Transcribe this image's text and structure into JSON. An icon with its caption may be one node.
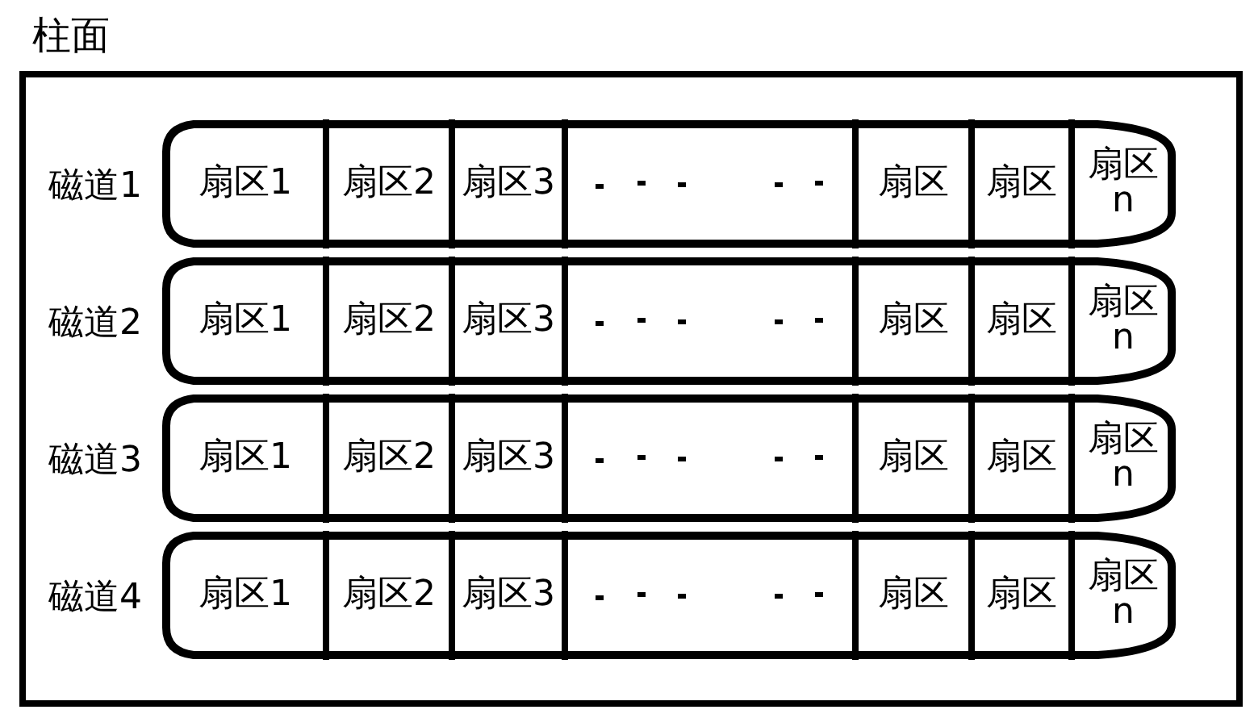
{
  "diagram": {
    "nodes": [
      {
        "text": [
          "柱面"
        ]
      },
      {
        "text": [
          "磁道1"
        ],
        "in": 0
      },
      {
        "text": [
          "扇区1"
        ],
        "in": 1
      },
      {
        "text": [
          "扇区2"
        ],
        "in": 1
      },
      {
        "text": [
          "扇区3"
        ],
        "in": 1
      },
      {
        "text": [],
        "shape": "box",
        "in": 1
      },
      {
        "text": [
          "扇区"
        ],
        "in": 1
      },
      {
        "text": [
          "扇区"
        ],
        "in": 1
      },
      {
        "text": [
          "扇区n"
        ],
        "in": 1
      },
      {
        "text": [
          "磁道2"
        ],
        "in": 0
      },
      {
        "text": [
          "扇区1"
        ],
        "in": 9
      },
      {
        "text": [
          "扇区2"
        ],
        "in": 9
      },
      {
        "text": [
          "扇区3"
        ],
        "in": 9
      },
      {
        "text": [],
        "shape": "box",
        "in": 9
      },
      {
        "text": [
          "扇区"
        ],
        "in": 9
      },
      {
        "text": [
          "扇区"
        ],
        "in": 9
      },
      {
        "text": [
          "扇区n"
        ],
        "in": 9
      },
      {
        "text": [
          "磁道3"
        ],
        "in": 0
      },
      {
        "text": [
          "扇区1"
        ],
        "in": 17
      },
      {
        "text": [
          "扇区2"
        ],
        "in": 17
      },
      {
        "text": [
          "扇区3"
        ],
        "in": 17
      },
      {
        "text": [],
        "shape": "box",
        "in": 17
      },
      {
        "text": [
          "扇区"
        ],
        "in": 17
      },
      {
        "text": [
          "扇区"
        ],
        "in": 17
      },
      {
        "text": [
          "扇区n"
        ],
        "in": 17
      },
      {
        "text": [
          "磁道4"
        ],
        "in": 0
      },
      {
        "text": [
          "扇区1"
        ],
        "in": 25
      },
      {
        "text": [
          "扇区2"
        ],
        "in": 25
      },
      {
        "text": [
          "扇区3"
        ],
        "in": 25
      },
      {
        "text": [],
        "shape": "box",
        "in": 25
      },
      {
        "text": [
          "扇区"
        ],
        "in": 25
      },
      {
        "text": [
          "扇区"
        ],
        "in": 25
      },
      {
        "text": [
          "扇区n"
        ],
        "in": 25
      }
    ]
  }
}
